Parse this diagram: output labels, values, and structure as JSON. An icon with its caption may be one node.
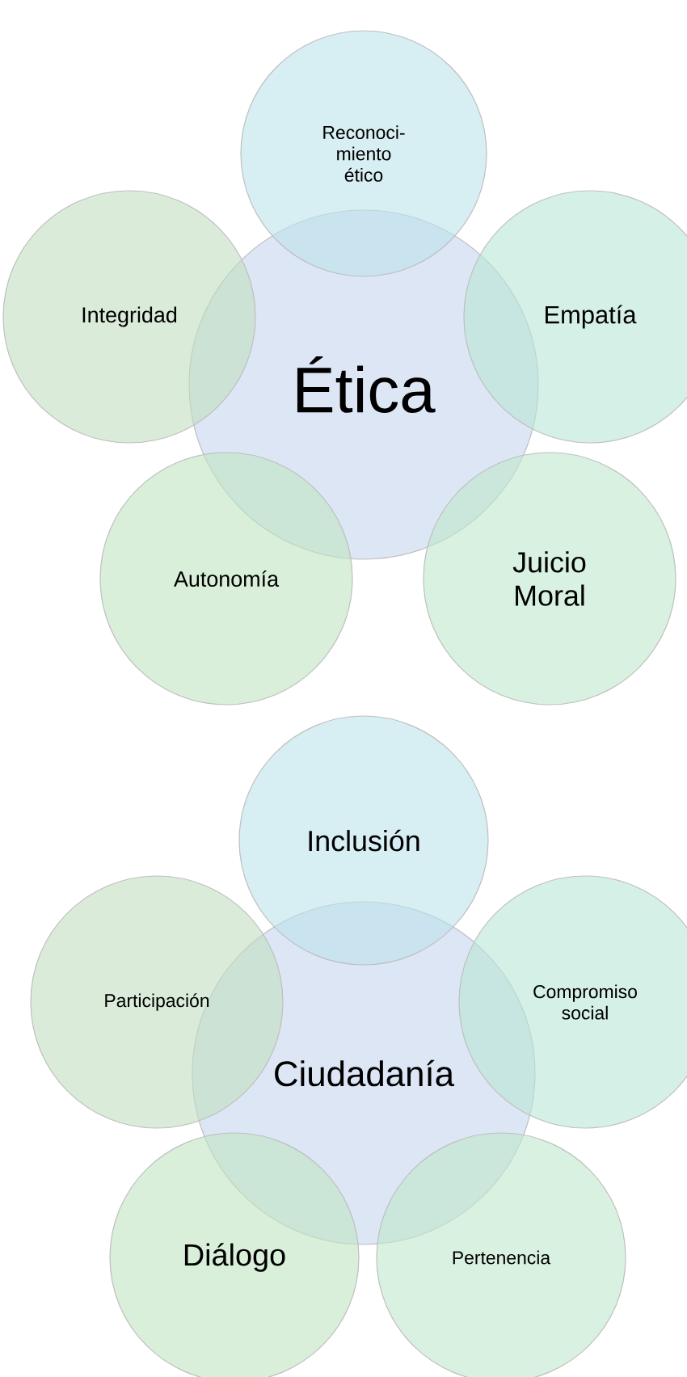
{
  "diagram": {
    "nodes": [
      {
        "text": [
          "Ética"
        ]
      },
      {
        "text": [
          "Reconoci- miento ético"
        ]
      },
      {
        "text": [
          "Integridad"
        ]
      },
      {
        "text": [
          "Empatía"
        ]
      },
      {
        "text": [
          "Autonomía"
        ]
      },
      {
        "text": [
          "Juicio Moral"
        ]
      },
      {
        "text": [
          "Ciudadanía"
        ]
      },
      {
        "text": [
          "Inclusión"
        ]
      },
      {
        "text": [
          "Participación"
        ]
      },
      {
        "text": [
          "Compromiso social"
        ]
      },
      {
        "text": [
          "Diálogo"
        ]
      },
      {
        "text": [
          "Pertenencia"
        ]
      }
    ]
  }
}
